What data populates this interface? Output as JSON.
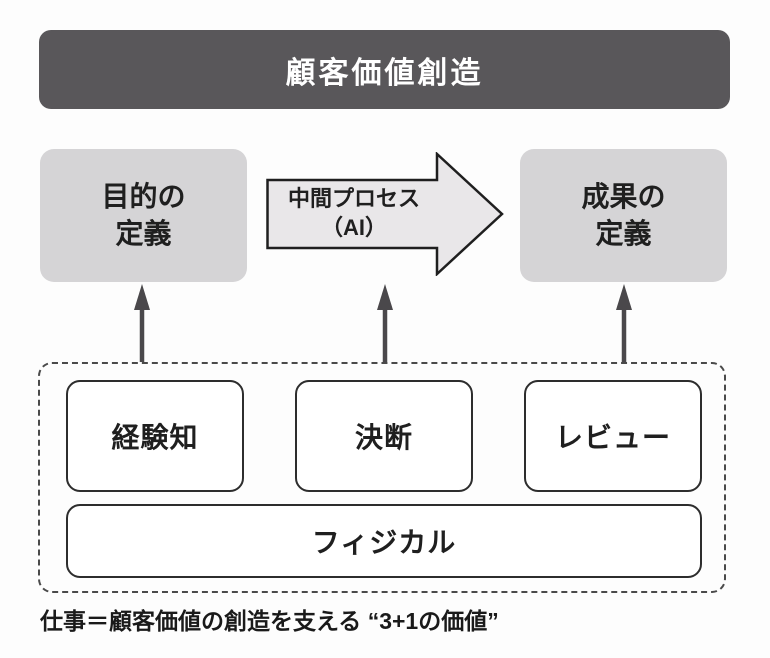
{
  "banner": {
    "label": "顧客価値創造"
  },
  "flow": {
    "purpose": {
      "line1": "目的の",
      "line2": "定義"
    },
    "process": {
      "line1": "中間プロセス",
      "line2": "（AI）"
    },
    "outcome": {
      "line1": "成果の",
      "line2": "定義"
    }
  },
  "foundation": {
    "items": [
      {
        "label": "経験知"
      },
      {
        "label": "決断"
      },
      {
        "label": "レビュー"
      }
    ],
    "base": {
      "label": "フィジカル"
    }
  },
  "caption": {
    "text": "仕事＝顧客価値の創造を支える “3+1の価値”"
  },
  "colors": {
    "page_bg": "#fdfdfd",
    "banner_bg": "#59575a",
    "banner_text": "#ffffff",
    "gray_box_bg": "#d5d4d6",
    "arrow_fill": "#e9e7e9",
    "arrow_outline": "#1f1f1f",
    "up_arrow": "#4a484b",
    "dashed_border": "#4a4a4a",
    "box_border": "#2d2d2d",
    "text": "#1f1f1f"
  }
}
